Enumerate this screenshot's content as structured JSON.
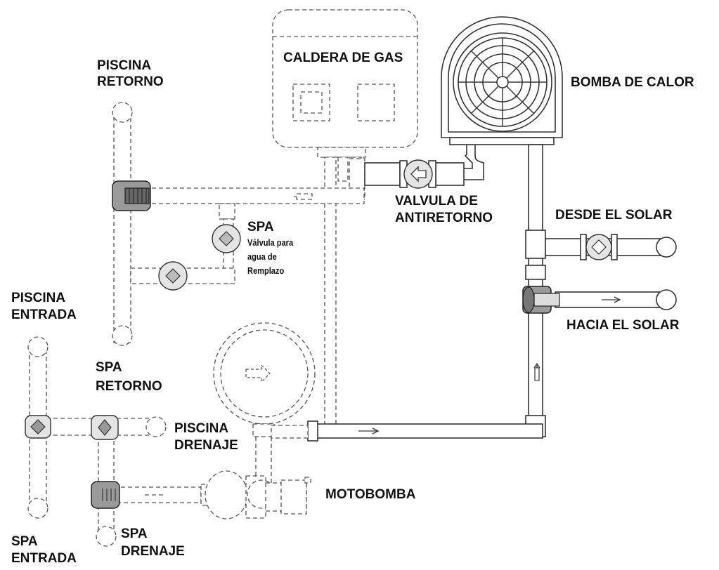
{
  "labels": {
    "caldera": "CALDERA DE GAS",
    "bomba_calor": "BOMBA DE CALOR",
    "piscina_retorno": [
      "PISCINA",
      "RETORNO"
    ],
    "valvula_antiretorno": [
      "VALVULA DE",
      "ANTIRETORNO"
    ],
    "desde_solar": "DESDE EL SOLAR",
    "hacia_solar": "HACIA EL SOLAR",
    "spa": "SPA",
    "spa_note": [
      "Válvula para",
      "agua de",
      "Remplazo"
    ],
    "piscina_entrada": [
      "PISCINA",
      "ENTRADA"
    ],
    "spa_retorno": [
      "SPA",
      "RETORNO"
    ],
    "piscina_drenaje": [
      "PISCINA",
      "DRENAJE"
    ],
    "motobomba": "MOTOBOMBA",
    "spa_entrada": [
      "SPA",
      "ENTRADA"
    ],
    "spa_drenaje": [
      "SPA",
      "DRENAJE"
    ]
  },
  "colors": {
    "line": "#333333",
    "dashed_line": "#555555",
    "valve_fill": "#9a9a9a",
    "background": "#ffffff"
  }
}
